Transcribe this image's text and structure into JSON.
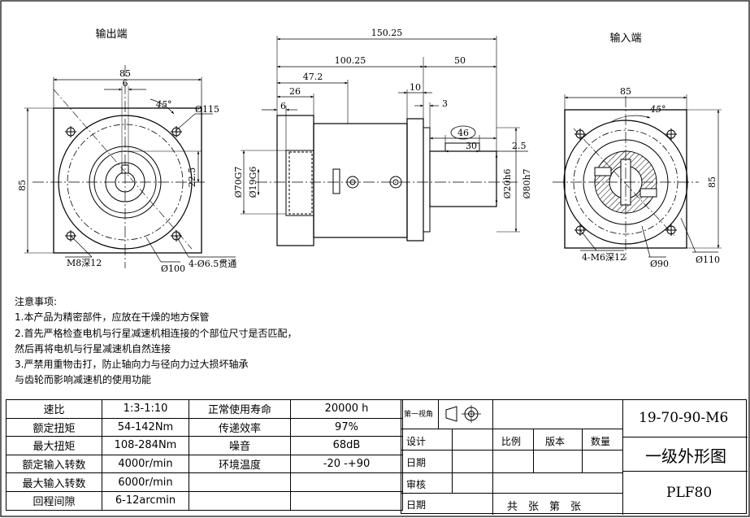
{
  "views": {
    "output_label": "输出端",
    "input_label": "输入端"
  },
  "dimensions": {
    "left_width": "85",
    "left_keyway": "6",
    "left_angle": "45°",
    "left_pcd": "Ø115",
    "left_height": "85",
    "left_shaft_height": "22.5",
    "left_tap": "M8深12",
    "left_pilot": "Ø100",
    "left_holes": "4-Ø6.5贯通",
    "total_length": "150.25",
    "body_length": "100.25",
    "shaft_length": "50",
    "flange_length": "47.2",
    "length_26": "26",
    "length_6": "6",
    "length_10": "10",
    "length_3": "3",
    "length_46": "46",
    "length_30": "30",
    "length_2_5": "2.5",
    "dia_70": "Ø70G7",
    "dia_19": "Ø19G6",
    "dia_20": "Ø20h6",
    "dia_80": "Ø80h7",
    "right_width": "85",
    "right_angle": "45°",
    "right_height": "85",
    "right_tap": "4-M6深12",
    "right_pcd_90": "Ø90",
    "right_pcd_110": "Ø110"
  },
  "notes": {
    "title": "注意事项:",
    "line1": "1.本产品为精密部件，应放在干燥的地方保管",
    "line2": "2.首先严格检查电机与行星减速机相连接的个部位尺寸是否匹配，",
    "line3": "然后再将电机与行星减速机自然连接",
    "line4": "3.严禁用重物击打，防止轴向力与径向力过大损坏轴承",
    "line5": "与齿轮而影响减速机的使用功能"
  },
  "specs": [
    {
      "label": "速比",
      "value": "1:3-1:10",
      "label2": "正常使用寿命",
      "value2": "20000 h"
    },
    {
      "label": "额定扭矩",
      "value": "54-142Nm",
      "label2": "传递效率",
      "value2": "97%"
    },
    {
      "label": "最大扭矩",
      "value": "108-284Nm",
      "label2": "噪音",
      "value2": "68dB"
    },
    {
      "label": "额定输入转数",
      "value": "4000r/min",
      "label2": "环境温度",
      "value2": "-20  -+90"
    },
    {
      "label": "最大输入转数",
      "value": "6000r/min",
      "label2": "",
      "value2": ""
    },
    {
      "label": "回程间隙",
      "value": "6-12arcmin",
      "label2": "",
      "value2": ""
    }
  ],
  "title_block": {
    "projection": "第一视角",
    "design": "设计",
    "date1": "日期",
    "review": "审核",
    "date2": "日期",
    "scale": "比例",
    "version": "版本",
    "quantity": "数量",
    "footer": "共　张　第　张",
    "part_no": "19-70-90-M6",
    "drawing_name": "一级外形图",
    "model": "PLF80"
  }
}
